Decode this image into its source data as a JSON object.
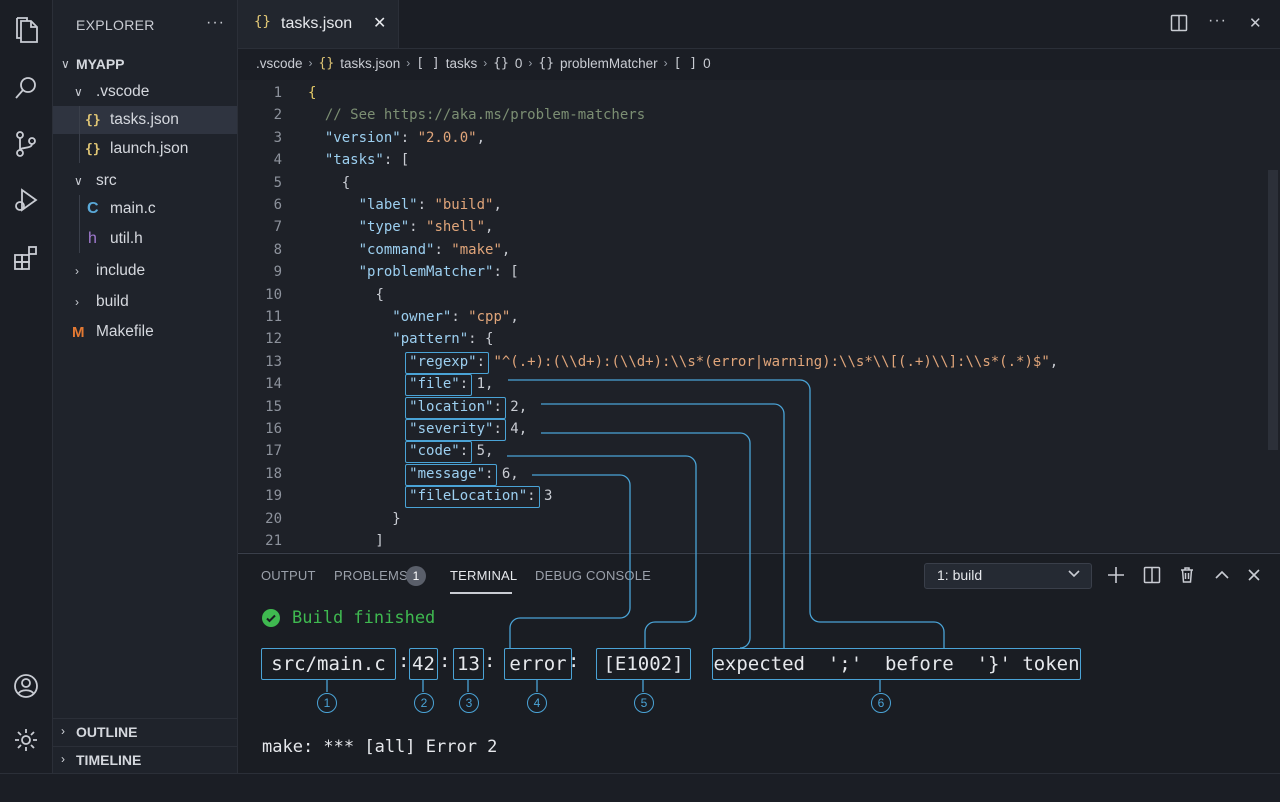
{
  "sidebar": {
    "title": "EXPLORER",
    "more": "···",
    "project": "MYAPP",
    "tree": [
      {
        "label": ".vscode",
        "icon": "chevron-down"
      },
      {
        "label": "tasks.json",
        "icon": "{}"
      },
      {
        "label": "launch.json",
        "icon": "{}"
      },
      {
        "label": "src",
        "icon": "chevron-down"
      },
      {
        "label": "main.c",
        "icon": "C"
      },
      {
        "label": "util.h",
        "icon": "h"
      },
      {
        "label": "include",
        "icon": "chevron-right"
      },
      {
        "label": "build",
        "icon": "chevron-right"
      },
      {
        "label": "Makefile",
        "icon": "M"
      }
    ],
    "outline": "OUTLINE",
    "timeline": "TIMELINE"
  },
  "tab": {
    "icon": "{}",
    "label": "tasks.json"
  },
  "breadcrumb": [
    ".vscode",
    "tasks.json",
    "tasks",
    "0",
    "problemMatcher",
    "0"
  ],
  "breadcrumb_icons": [
    "{}",
    "[ ]",
    "{}",
    "{}",
    "[ ]"
  ],
  "editor": {
    "line_numbers": [
      "1",
      "2",
      "3",
      "4",
      "5",
      "6",
      "7",
      "8",
      "9",
      "10",
      "11",
      "12",
      "13",
      "14",
      "15",
      "16",
      "17",
      "18",
      "19",
      "20",
      "21"
    ],
    "lines": [
      "{",
      "  // See https://aka.ms/problem-matchers",
      "  \"version\": \"2.0.0\",",
      "  \"tasks\": [",
      "    {",
      "      \"label\": \"build\",",
      "      \"type\": \"shell\",",
      "      \"command\": \"make\",",
      "      \"problemMatcher\": [",
      "        {",
      "          \"owner\": \"cpp\",",
      "          \"pattern\": {",
      "            \"regexp\": \"^(.+):(\\\\d+):(\\\\d+):\\\\s*(error|warning):\\\\s*\\\\[(.+)\\\\]:\\\\s*(.*)$\",",
      "            \"file\": 1,",
      "            \"location\": 2,",
      "            \"severity\": 4,",
      "            \"code\": 5,",
      "            \"message\": 6,",
      "            \"fileLocation\": 3",
      "          }",
      "        ]"
    ]
  },
  "panel": {
    "tabs": [
      "OUTPUT",
      "PROBLEMS",
      "TERMINAL",
      "DEBUG CONSOLE"
    ],
    "active_tab": "TERMINAL",
    "problems_count": "1",
    "task_select": "1: build"
  },
  "terminal": {
    "build_status": "Build finished",
    "segments": [
      "src/main.c",
      "42",
      "13",
      "error",
      "[E1002]",
      "expected  ';'  before  '}' token"
    ],
    "markers": [
      "1",
      "2",
      "3",
      "4",
      "5",
      "6"
    ],
    "separator": ":",
    "last_line": "make: *** [all] Error 2"
  },
  "colors": {
    "accent": "#4aa3d6",
    "success": "#3fb950",
    "string": "#e0a57a",
    "key": "#9ccff0",
    "comment": "#7c8f73"
  }
}
